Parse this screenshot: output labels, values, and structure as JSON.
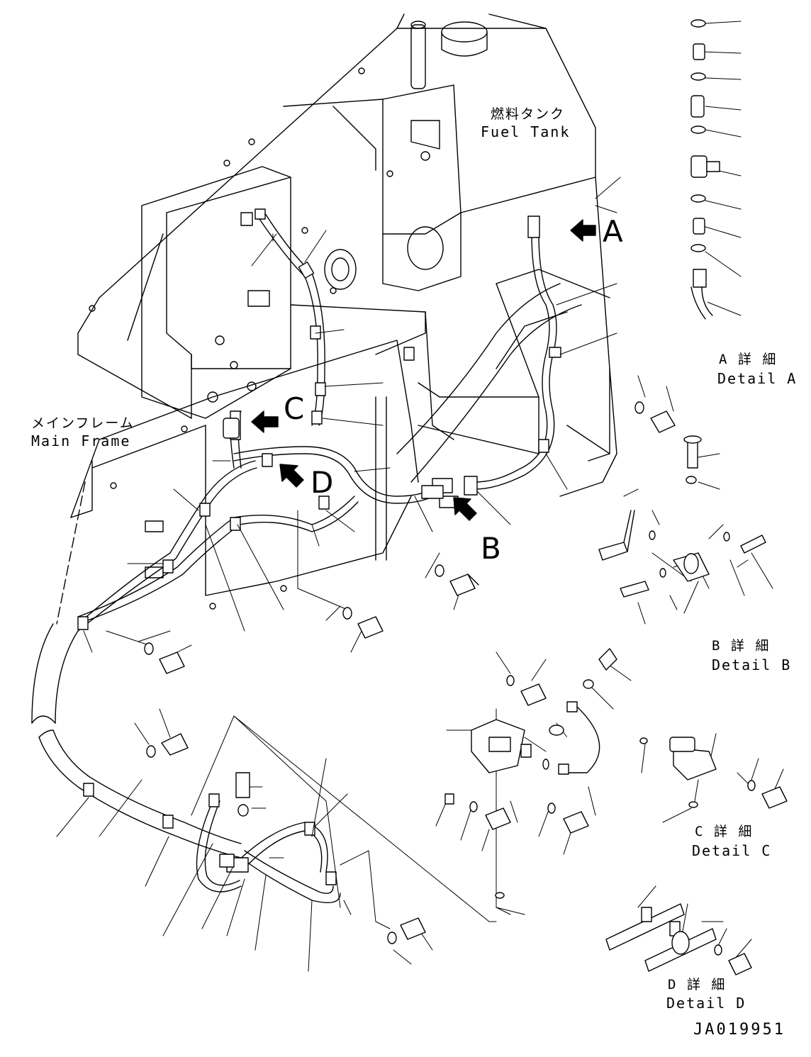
{
  "labels": {
    "fuel_tank_jp": "燃料タンク",
    "fuel_tank_en": "Fuel Tank",
    "main_frame_jp": "メインフレーム",
    "main_frame_en": "Main Frame",
    "detail_a_jp": "A 詳 細",
    "detail_a_en": "Detail A",
    "detail_b_jp": "B 詳 細",
    "detail_b_en": "Detail B",
    "detail_c_jp": "C 詳 細",
    "detail_c_en": "Detail C",
    "detail_d_jp": "D 詳 細",
    "detail_d_en": "Detail D",
    "drawing_number": "JA019951"
  },
  "callouts": {
    "a": "A",
    "b": "B",
    "c": "C",
    "d": "D"
  }
}
